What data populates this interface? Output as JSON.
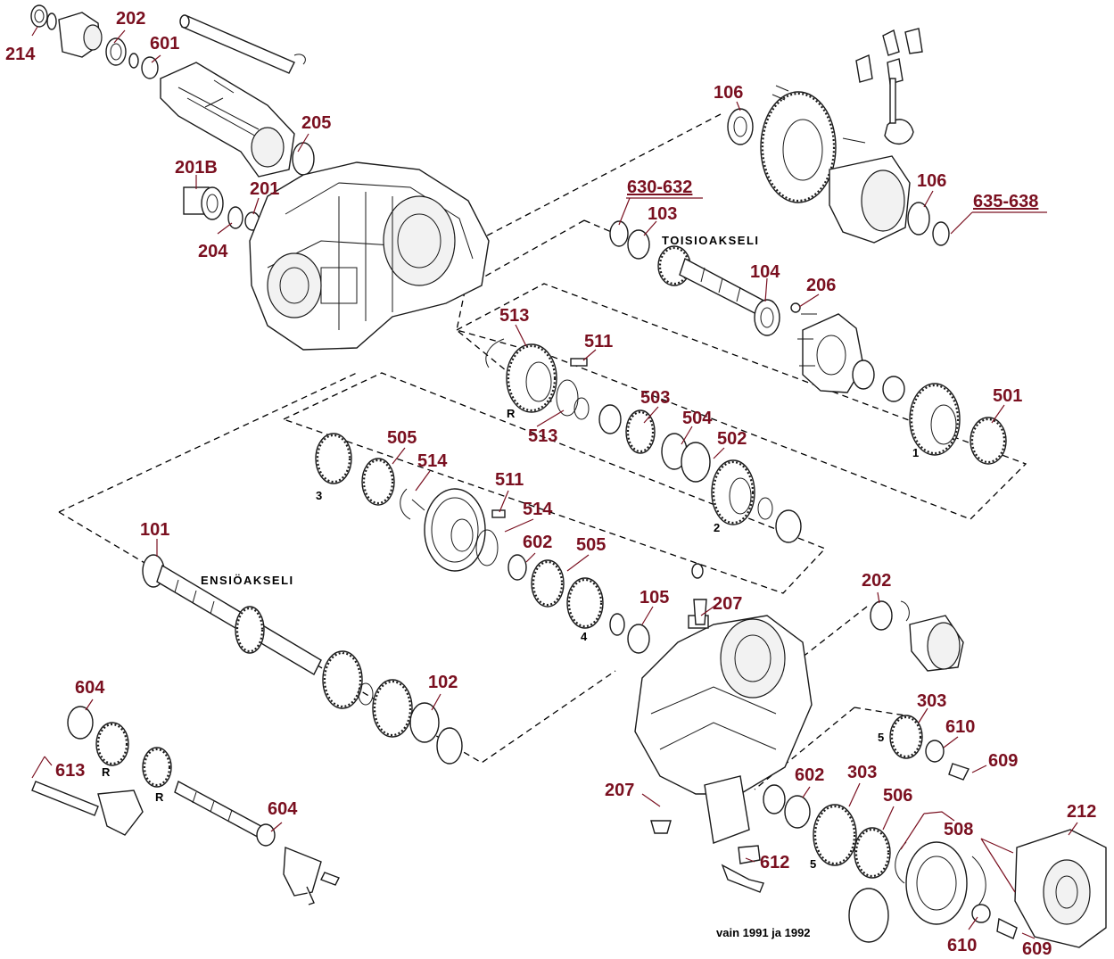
{
  "colors": {
    "label": "#7a1020",
    "line": "#1a1a1a",
    "background": "#ffffff"
  },
  "captions": {
    "output_shaft": "TOISIOAKSELI",
    "input_shaft": "ENSIÖAKSELI",
    "footnote": "vain 1991 ja 1992"
  },
  "gear_marks": {
    "reverse_top": "R",
    "first": "1",
    "second": "2",
    "third": "3",
    "fourth": "4",
    "reverse_a": "R",
    "reverse_b": "R",
    "fifth_a": "5",
    "fifth_b": "5"
  },
  "labels": {
    "p214": "214",
    "p202_top": "202",
    "p601": "601",
    "p205": "205",
    "p201B": "201B",
    "p201": "201",
    "p204": "204",
    "p106_top": "106",
    "p106_right": "106",
    "p630_632": "630-632",
    "p635_638": "635-638",
    "p103": "103",
    "p104": "104",
    "p206": "206",
    "p513_top": "513",
    "p511_top": "511",
    "p513_low": "513",
    "p503": "503",
    "p504": "504",
    "p502": "502",
    "p501": "501",
    "p505_top": "505",
    "p514_top": "514",
    "p511_mid": "511",
    "p514_mid": "514",
    "p602_mid": "602",
    "p505_mid": "505",
    "p101": "101",
    "p105": "105",
    "p207_top": "207",
    "p202_right": "202",
    "p102": "102",
    "p604_top": "604",
    "p613": "613",
    "p604_low": "604",
    "p303_top": "303",
    "p610_top": "610",
    "p609_top": "609",
    "p207_low": "207",
    "p602_low": "602",
    "p303_low": "303",
    "p506": "506",
    "p508": "508",
    "p212": "212",
    "p612": "612",
    "p610_low": "610",
    "p609_low": "609"
  }
}
